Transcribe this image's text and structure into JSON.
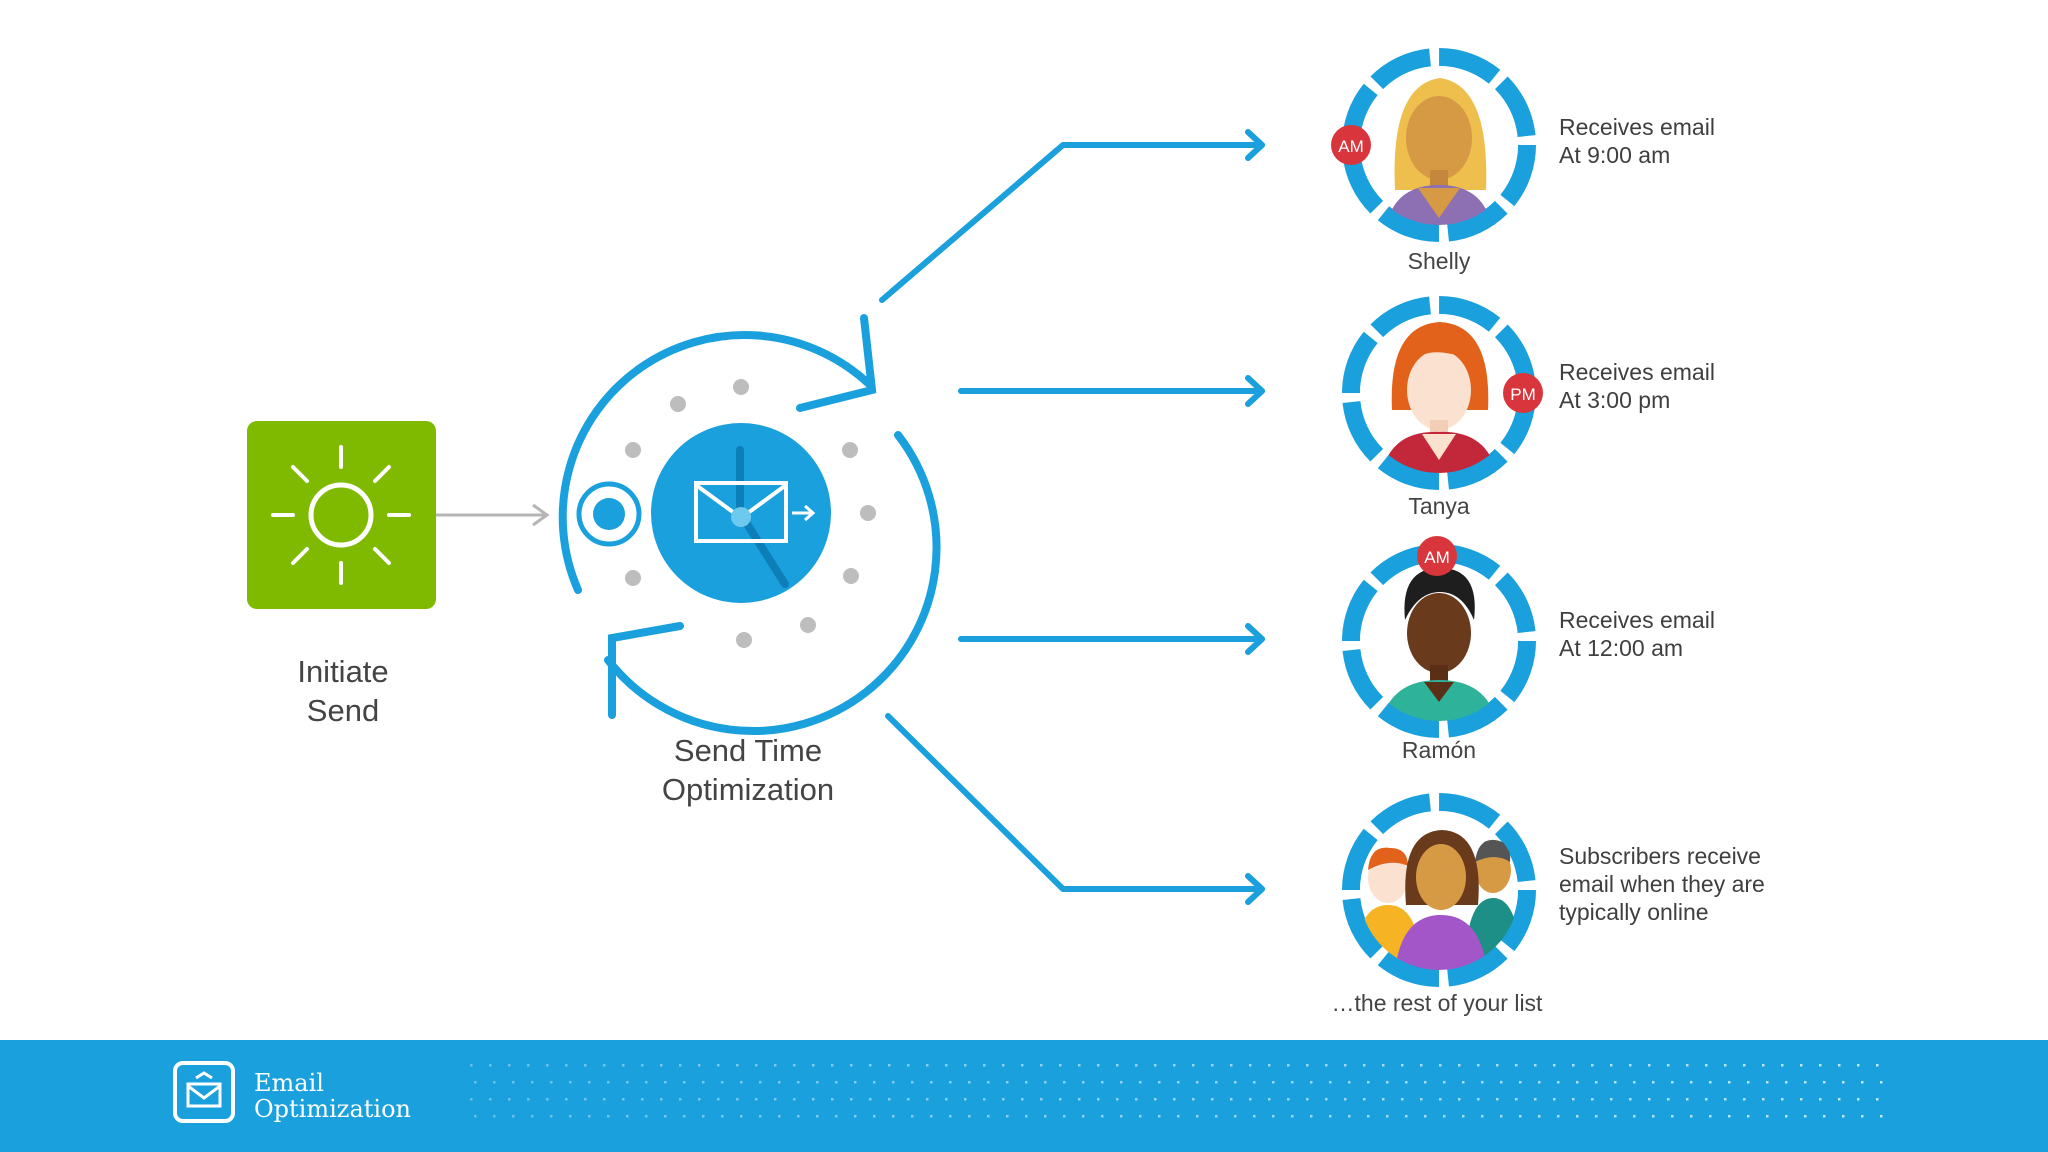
{
  "colors": {
    "blue": "#1aa0dc",
    "green": "#7fba00",
    "badge_red": "#d8363c",
    "gray_dot": "#bdbdbd",
    "gray_arrow": "#b5b5b5",
    "footer": "#1aa0dc"
  },
  "initiate": {
    "line1": "Initiate",
    "line2": "Send",
    "icon": "sun-icon"
  },
  "optimizer": {
    "line1": "Send Time",
    "line2": "Optimization",
    "icon": "email-send-icon"
  },
  "recipients": [
    {
      "name": "Shelly",
      "badge": "AM",
      "line1": "Receives email",
      "line2": "At 9:00 am",
      "icon": "woman-blonde-avatar-icon"
    },
    {
      "name": "Tanya",
      "badge": "PM",
      "line1": "Receives email",
      "line2": "At 3:00 pm",
      "icon": "woman-redhead-avatar-icon"
    },
    {
      "name": "Ramón",
      "badge": "AM",
      "line1": "Receives email",
      "line2": "At 12:00 am",
      "icon": "man-avatar-icon"
    },
    {
      "name": "…the rest of your list",
      "badge": "",
      "line1": "Subscribers receive",
      "line2": "email when they are",
      "line3": "typically online",
      "icon": "group-avatar-icon"
    }
  ],
  "footer": {
    "line1": "Email",
    "line2": "Optimization",
    "icon": "email-logo-icon"
  }
}
